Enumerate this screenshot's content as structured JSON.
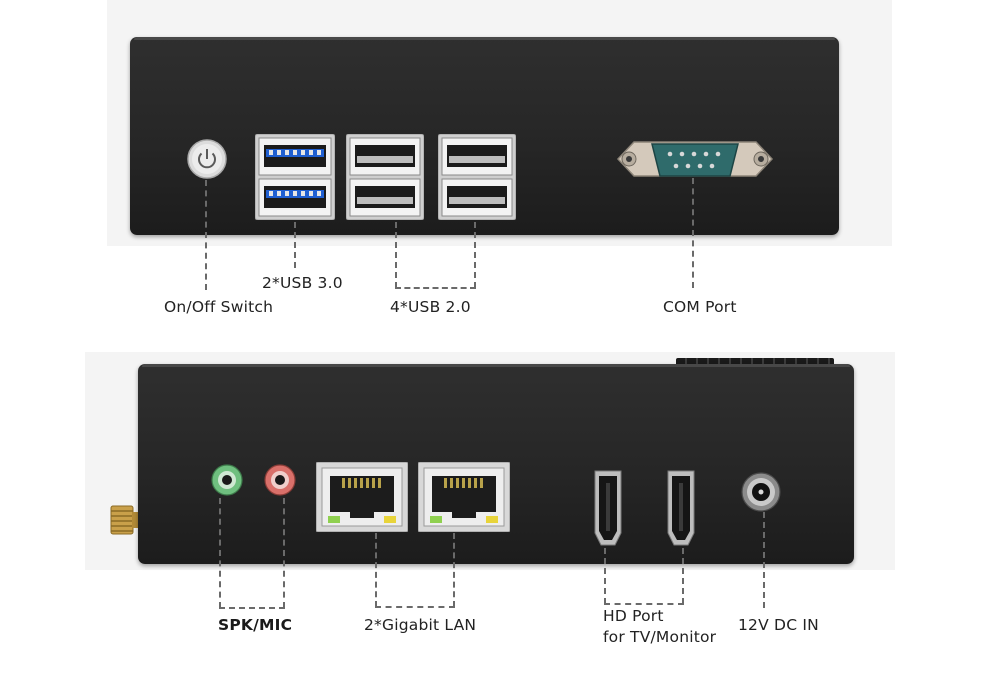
{
  "labels": {
    "power_switch": "On/Off  Switch",
    "usb3": "2*USB 3.0",
    "usb2": "4*USB 2.0",
    "com": "COM Port",
    "audio": "SPK/MIC",
    "lan": "2*Gigabit  LAN",
    "hdmi_line1": "HD Port",
    "hdmi_line2": "for TV/Monitor",
    "power_in": "12V DC IN"
  },
  "colors": {
    "case": "#262626",
    "usb3_tongue": "#1f5fd1",
    "spk_ring": "#6fbf7f",
    "mic_ring": "#d9706a",
    "lan_led_green": "#8fd04f",
    "lan_led_yellow": "#e8d43a",
    "com_body": "#2f6b6b"
  }
}
